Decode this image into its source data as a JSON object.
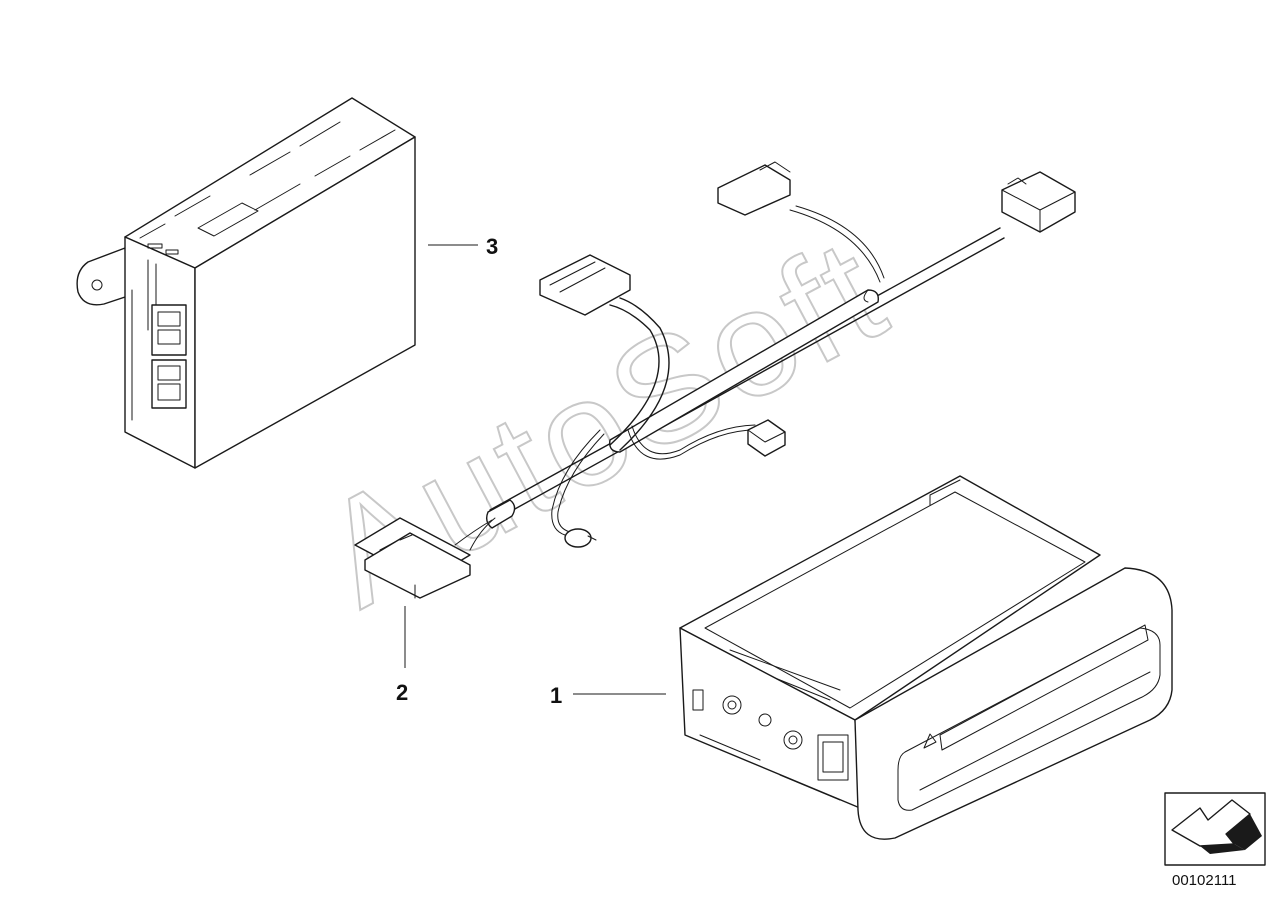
{
  "callouts": [
    {
      "id": "1",
      "label": "1",
      "part": "dvd-navigation-drive"
    },
    {
      "id": "2",
      "label": "2",
      "part": "wiring-harness"
    },
    {
      "id": "3",
      "label": "3",
      "part": "control-module"
    }
  ],
  "watermark": "AutoSoft",
  "reference_number": "00102111",
  "icons": {
    "orientation": "arrow-icon"
  }
}
